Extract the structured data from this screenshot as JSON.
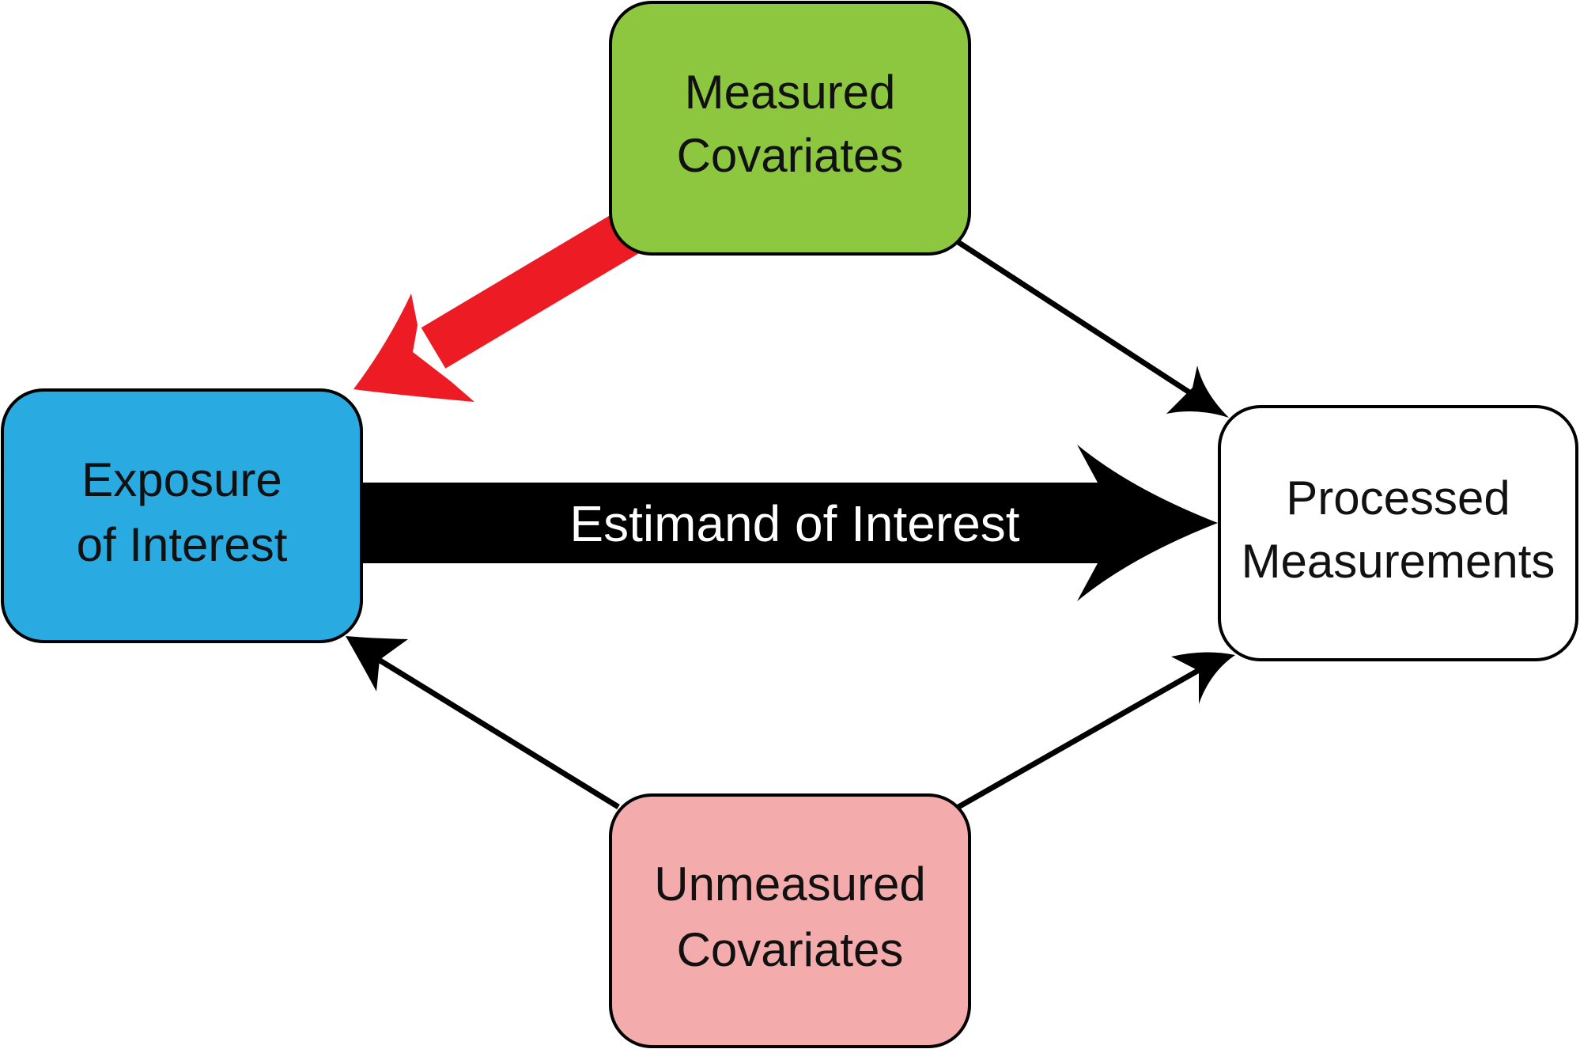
{
  "nodes": {
    "measured": {
      "line1": "Measured",
      "line2": "Covariates",
      "fill": "#8dc63f"
    },
    "exposure": {
      "line1": "Exposure",
      "line2": "of Interest",
      "fill": "#29abe2"
    },
    "processed": {
      "line1": "Processed",
      "line2": "Measurements",
      "fill": "#ffffff"
    },
    "unmeasured": {
      "line1": "Unmeasured",
      "line2": "Covariates",
      "fill": "#f4abac"
    }
  },
  "edges": {
    "estimand_label": "Estimand of Interest",
    "estimand_color": "#000000",
    "measured_to_exposure_color": "#ed1c24",
    "thin_arrow_color": "#000000"
  }
}
